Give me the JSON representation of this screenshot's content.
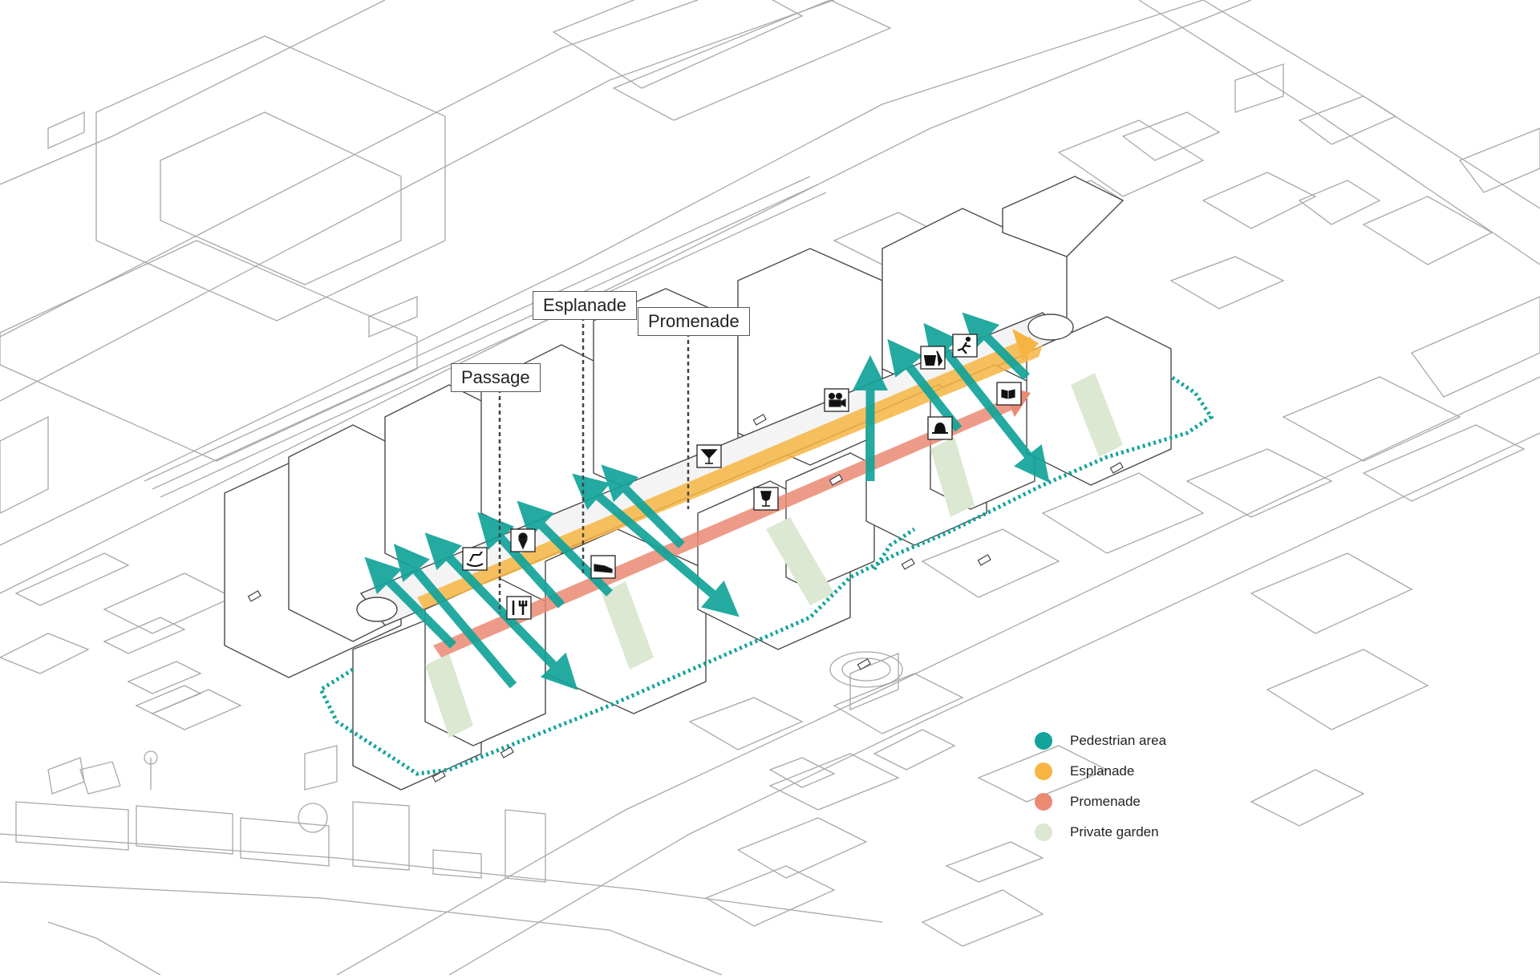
{
  "callouts": {
    "passage": "Passage",
    "esplanade": "Esplanade",
    "promenade": "Promenade"
  },
  "legend": [
    {
      "label": "Pedestrian area",
      "color": "#12a39a"
    },
    {
      "label": "Esplanade",
      "color": "#f6b543"
    },
    {
      "label": "Promenade",
      "color": "#ea8a73"
    },
    {
      "label": "Private garden",
      "color": "#dce8d2"
    }
  ],
  "colors": {
    "pedestrian": "#12a39a",
    "esplanade": "#f6b543",
    "promenade": "#ea8a73",
    "garden": "#dce8d2",
    "line": "#9a9a9a",
    "building_line": "#555555"
  },
  "icons": [
    "rocking-horse-icon",
    "ice-cream-icon",
    "cutlery-icon",
    "shoe-icon",
    "cocktail-icon",
    "wine-glass-icon",
    "film-camera-icon",
    "hat-icon",
    "shopping-icon",
    "running-icon",
    "book-icon"
  ]
}
